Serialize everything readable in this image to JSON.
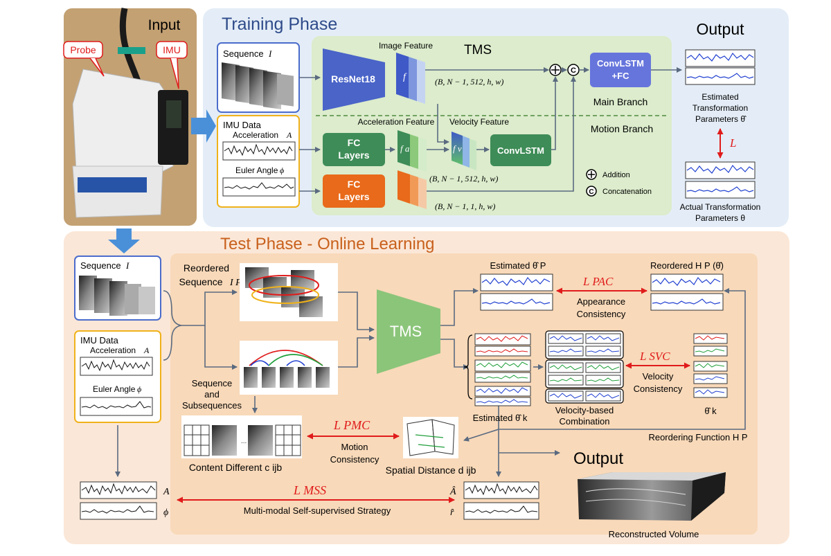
{
  "input": {
    "title": "Input",
    "probe_label": "Probe",
    "imu_label": "IMU"
  },
  "training": {
    "title": "Training Phase",
    "sequence_label": "Sequence",
    "sequence_var": "I",
    "imu_title": "IMU Data",
    "accel_label": "Acceleration",
    "accel_var": "A",
    "euler_label": "Euler Angle",
    "euler_var": "ϕ",
    "tms_title": "TMS",
    "image_feature": "Image Feature",
    "resnet": "ResNet18",
    "f_var": "f",
    "fa_var": "f a",
    "fv_var": "f v",
    "dim1": "(B, N − 1, 512, h, w)",
    "dim2": "(B, N − 1, 512, h, w)",
    "dim3": "(B, N − 1, 1, h, w)",
    "convlstm_fc_1": "ConvLSTM",
    "convlstm_fc_2": "+FC",
    "main_branch": "Main Branch",
    "motion_branch": "Motion Branch",
    "accel_feature": "Acceleration Feature",
    "velocity_feature": "Velocity Feature",
    "convlstm": "ConvLSTM",
    "fc1_line1": "FC",
    "fc1_line2": "Layers",
    "fc2_line1": "FC",
    "fc2_line2": "Layers",
    "legend_add": "Addition",
    "legend_concat": "Concatenation",
    "output_title": "Output",
    "est_params_1": "Estimated",
    "est_params_2": "Transformation",
    "est_params_3": "Parameters θ̂",
    "loss_L": "L",
    "act_params_1": "Actual Transformation",
    "act_params_2": "Parameters θ"
  },
  "test": {
    "title": "Test Phase - Online Learning",
    "sequence_label": "Sequence",
    "sequence_var": "I",
    "imu_title": "IMU Data",
    "accel_label": "Acceleration",
    "accel_var": "A",
    "euler_label": "Euler Angle",
    "euler_var": "ϕ",
    "reordered_1": "Reordered",
    "reordered_2": "Sequence",
    "reordered_var": "I P",
    "subseq_1": "Sequence",
    "subseq_2": "and",
    "subseq_3": "Subsequences",
    "tms": "TMS",
    "estimated_p": "Estimated θ̂ P",
    "reordered_hp": "Reordered H P (θ̂)",
    "l_pac": "L PAC",
    "appearance_1": "Appearance",
    "appearance_2": "Consistency",
    "estimated_k": "Estimated θ̂ k",
    "velocity_comb_1": "Velocity-based",
    "velocity_comb_2": "Combination",
    "l_svc": "L SVC",
    "velocity_cons_1": "Velocity",
    "velocity_cons_2": "Consistency",
    "theta_k": "θ̂ k",
    "reordering_fn": "Reordering Function H P",
    "l_pmc": "L PMC",
    "motion_cons_1": "Motion",
    "motion_cons_2": "Consistency",
    "content_diff": "Content Different c ijb",
    "spatial_dist": "Spatial Distance d ijb",
    "output": "Output",
    "recon_volume": "Reconstructed Volume",
    "l_mss": "L MSS",
    "mss_strategy": "Multi-modal Self-supervised Strategy",
    "var_A": "A",
    "var_phi": "ϕ",
    "var_Ahat": "Â",
    "var_rhat": "r̂"
  },
  "colors": {
    "train_bg": "#e4edf7",
    "test_bg": "#fbe7d7",
    "tms_green": "#dceccc",
    "resnet_blue": "#4a64c8",
    "fc_green": "#3e8c57",
    "fc_orange": "#e86a1a",
    "convlstm_purple": "#6675dc",
    "loss_red": "#e01b1b",
    "title_blue": "#2e4a8a",
    "title_orange": "#c8601c"
  }
}
